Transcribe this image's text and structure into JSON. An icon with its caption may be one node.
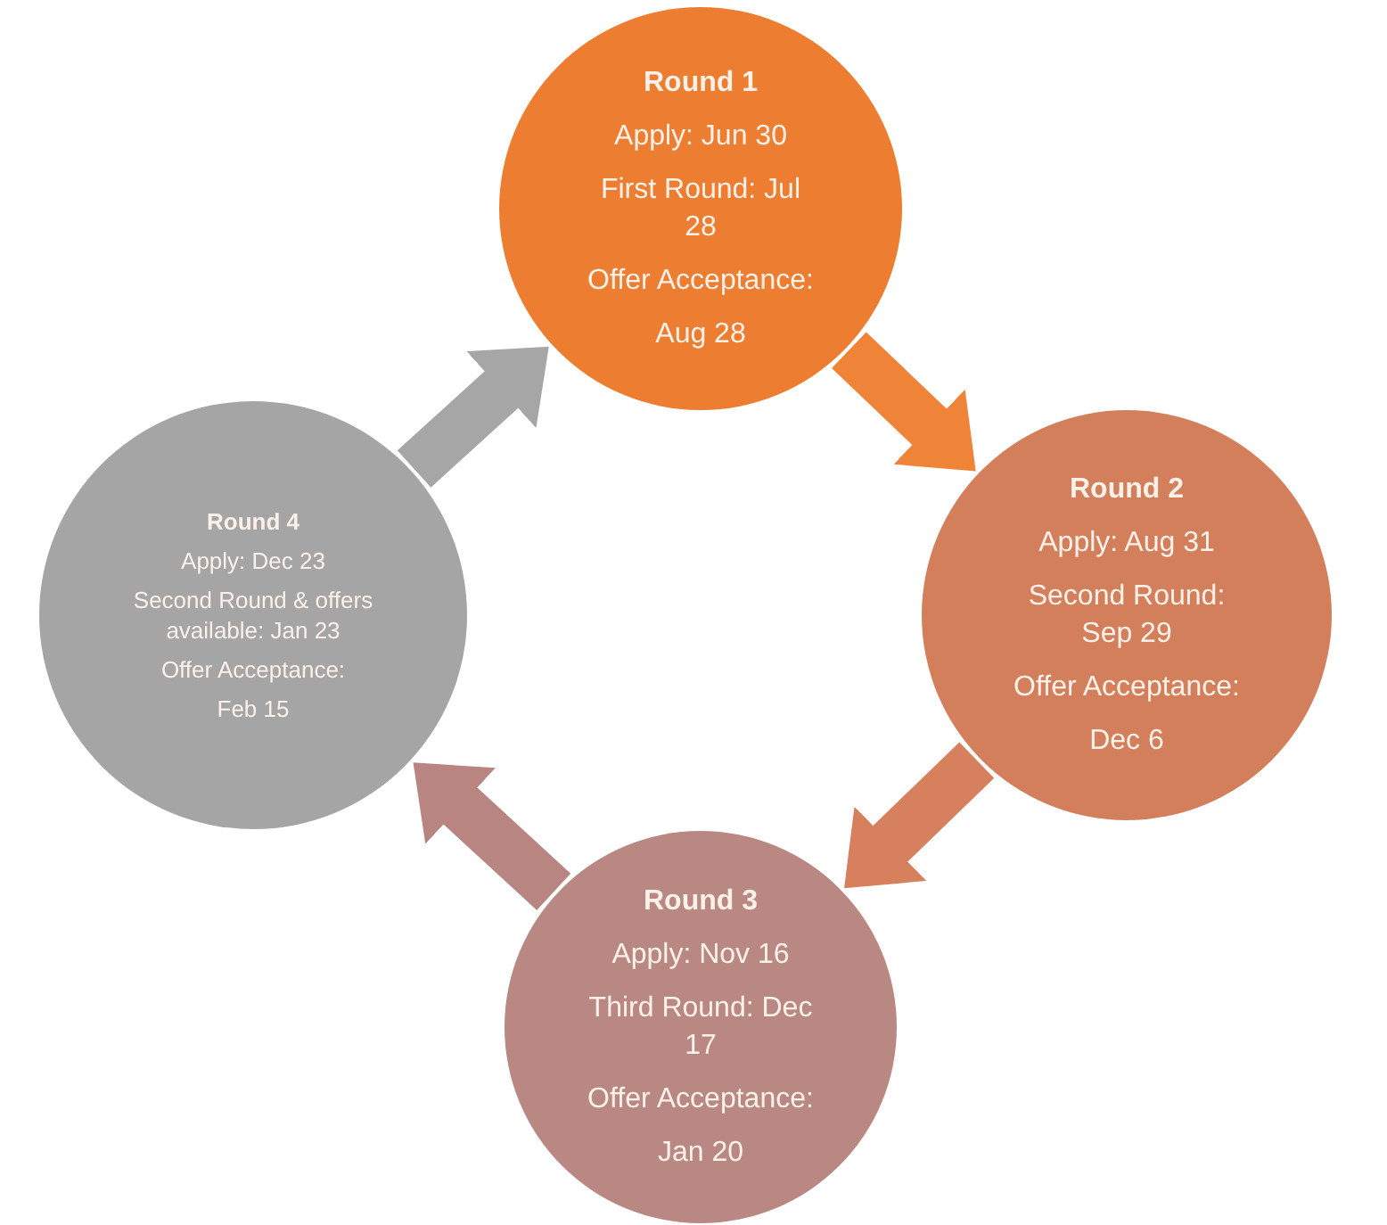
{
  "diagram": {
    "nodes": [
      {
        "text": [
          "Round 1",
          "Apply: Jun 30",
          "First Round: Jul 28",
          "Offer Acceptance:",
          "Aug 28"
        ]
      },
      {
        "text": [
          "Round 2",
          "Apply: Aug 31",
          "Second Round: Sep 29",
          "Offer Acceptance:",
          "Dec 6"
        ]
      },
      {
        "text": [
          "Round 3",
          "Apply: Nov 16",
          "Third Round: Dec 17",
          "Offer Acceptance:",
          "Jan 20"
        ]
      },
      {
        "text": [
          "Round 4",
          "Apply: Dec 23",
          "Second Round & offers available: Jan 23",
          "Offer Acceptance:",
          "Feb 15"
        ]
      }
    ],
    "edges": [
      {
        "from": 0,
        "to": 1,
        "arrow": "to",
        "color": "#ef8438"
      },
      {
        "from": 1,
        "to": 2,
        "arrow": "to",
        "color": "#d6805d"
      },
      {
        "from": 2,
        "to": 3,
        "arrow": "to",
        "color": "#b98581"
      },
      {
        "from": 3,
        "to": 0,
        "arrow": "to",
        "color": "#a6a6a6"
      }
    ]
  }
}
